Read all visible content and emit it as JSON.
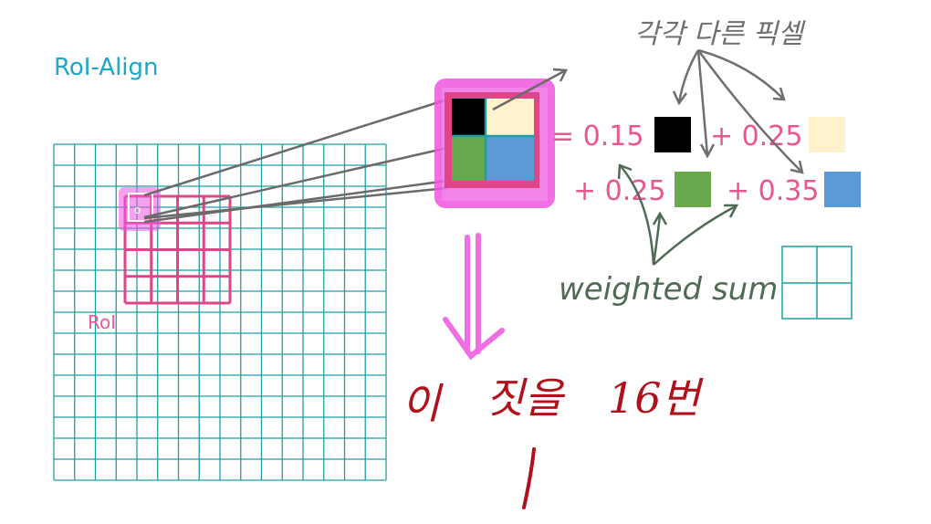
{
  "title": "RoI-Align",
  "roi_label": "RoI",
  "annotation_top": "각각 다른 픽셀",
  "weighted_sum_label": "weighted sum",
  "bottom_note_left": "이",
  "bottom_note_mid": "짓을",
  "bottom_note_right": "16번",
  "equation": {
    "term1": "= 0.15",
    "term2": "+ 0.25",
    "term3": "+ 0.25",
    "term4": "+ 0.35"
  },
  "pixel_colors": {
    "black": "#000000",
    "cream": "#fff2cc",
    "green": "#6aa84f",
    "blue": "#5b9bd5"
  },
  "grid_color": "#1f9ea3",
  "roi_color": "#e0458a",
  "highlight_color": "#ee55e0"
}
